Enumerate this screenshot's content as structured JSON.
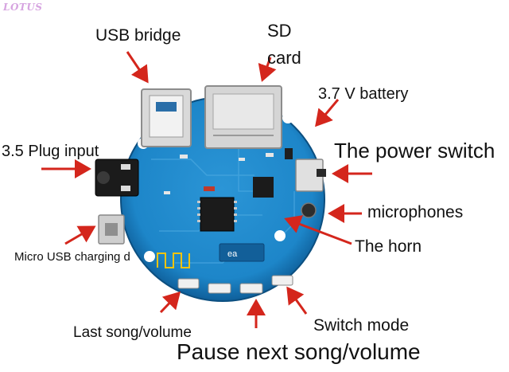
{
  "watermark": "LOTUS",
  "colors": {
    "board": "#1d86c9",
    "board_dark": "#0f5f9a",
    "arrow": "#d4261c",
    "text": "#111111",
    "metal": "#d9d9d9",
    "chip": "#1b1b1b",
    "pad": "#c8c8c8"
  },
  "labels": {
    "usb_bridge": "USB bridge",
    "sd_card_line1": "SD",
    "sd_card_line2": "card",
    "battery": "3.7 V battery",
    "plug_input": "3.5 Plug input",
    "power_switch": "The power switch",
    "microphones": "microphones",
    "micro_usb": "Micro USB charging d",
    "horn": "The horn",
    "last_song": "Last song/volume",
    "switch_mode": "Switch mode",
    "pause_next": "Pause next song/volume",
    "board_mark": "ea"
  }
}
